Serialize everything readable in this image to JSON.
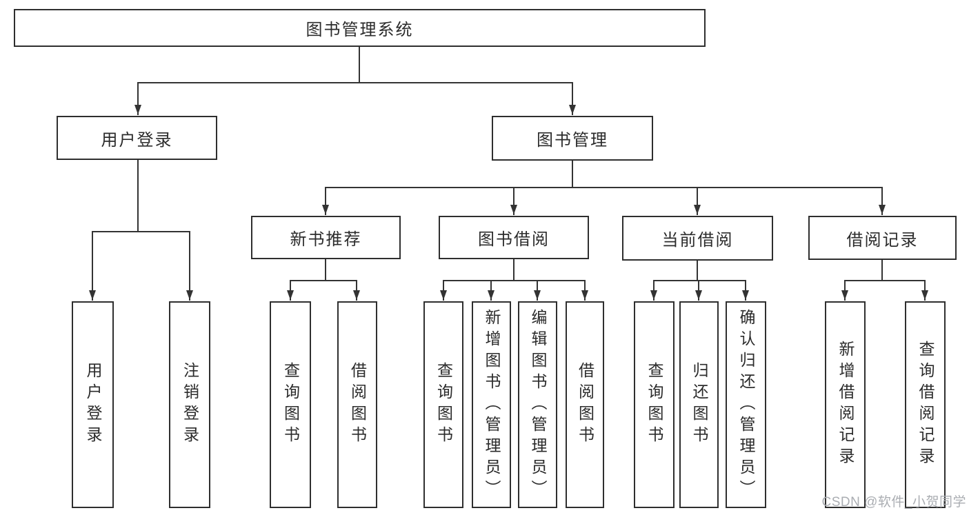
{
  "diagram": {
    "type": "hierarchy-tree",
    "colors": {
      "line": "#333333",
      "box_border": "#2e2e2e",
      "text": "#2b2b2b",
      "background": "#ffffff",
      "watermark": "#aaadb2"
    },
    "tree": {
      "label": "图书管理系统",
      "children": [
        {
          "label": "用户登录",
          "children": [
            {
              "label": "用户登录"
            },
            {
              "label": "注销登录"
            }
          ]
        },
        {
          "label": "图书管理",
          "children": [
            {
              "label": "新书推荐",
              "children": [
                {
                  "label": "查询图书"
                },
                {
                  "label": "借阅图书"
                }
              ]
            },
            {
              "label": "图书借阅",
              "children": [
                {
                  "label": "查询图书"
                },
                {
                  "label": "新增图书（管理员）"
                },
                {
                  "label": "编辑图书（管理员）"
                },
                {
                  "label": "借阅图书"
                }
              ]
            },
            {
              "label": "当前借阅",
              "children": [
                {
                  "label": "查询图书"
                },
                {
                  "label": "归还图书"
                },
                {
                  "label": "确认归还（管理员）"
                }
              ]
            },
            {
              "label": "借阅记录",
              "children": [
                {
                  "label": "新增借阅记录"
                },
                {
                  "label": "查询借阅记录"
                }
              ]
            }
          ]
        }
      ]
    }
  },
  "watermark": {
    "text": "CSDN @软件_小贺同学"
  }
}
